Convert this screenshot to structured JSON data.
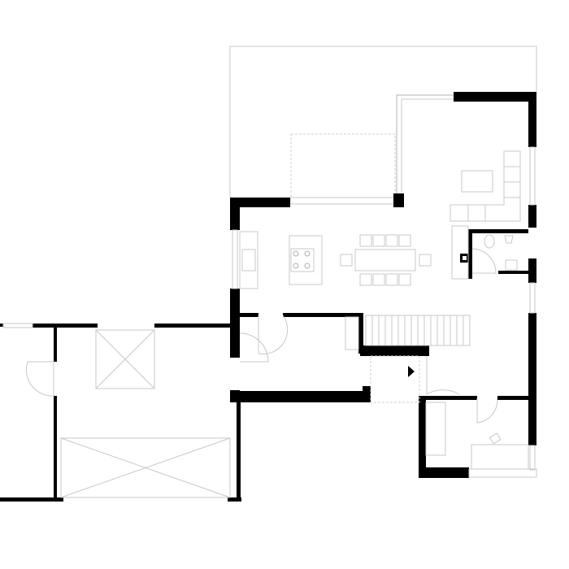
{
  "plan": {
    "colors": {
      "background": "#ffffff",
      "walls": "#000000",
      "fixtures": "#c8c8c8"
    },
    "rooms": [
      "living-dining-kitchen",
      "bathroom",
      "office",
      "hallway",
      "staircase",
      "garage",
      "terrace"
    ]
  }
}
